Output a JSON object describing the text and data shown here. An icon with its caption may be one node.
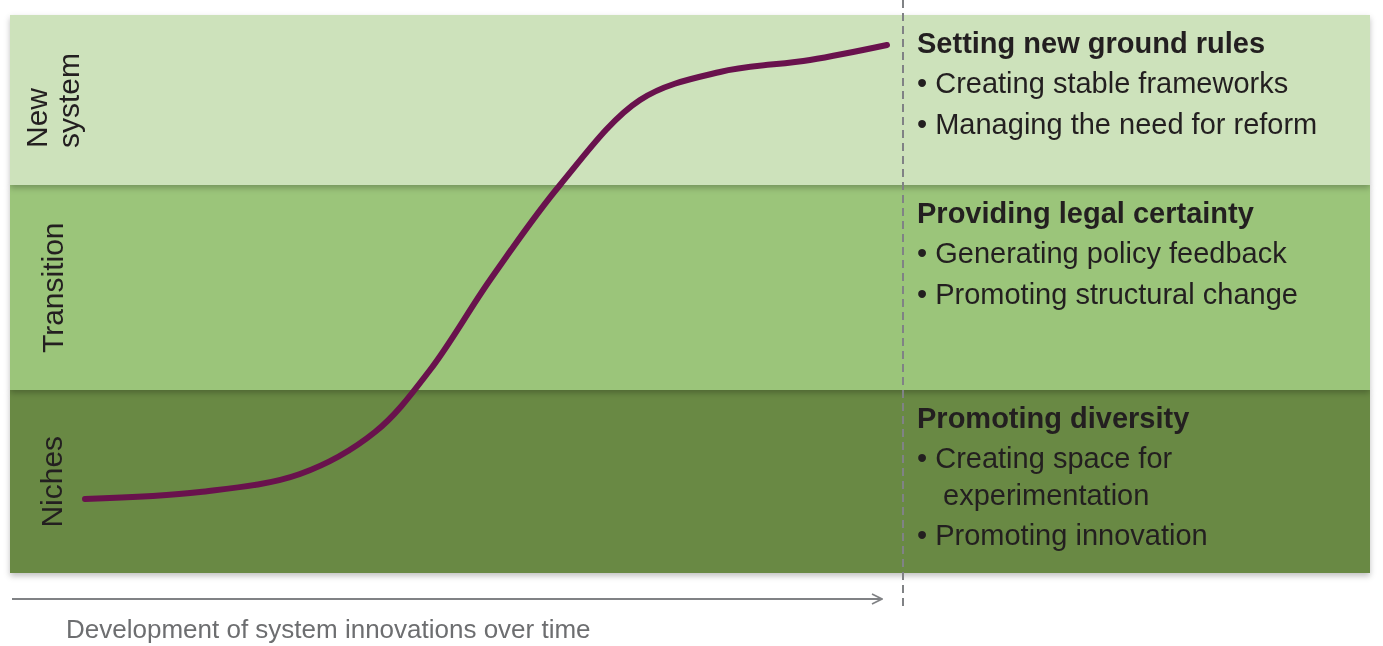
{
  "diagram": {
    "nodes": [
      {
        "text": [
          "New system",
          "Setting new ground rules",
          "• Creating stable frameworks",
          "• Managing the need for reform"
        ]
      },
      {
        "text": [
          "Transition",
          "Providing legal certainty",
          "• Generating policy feedback",
          "• Promoting structural change"
        ]
      },
      {
        "text": [
          "Niches",
          "Promoting diversity",
          "• Creating space for experimentation",
          "• Promoting innovation"
        ]
      }
    ],
    "labels": [
      "Development of system innovations over time"
    ]
  }
}
